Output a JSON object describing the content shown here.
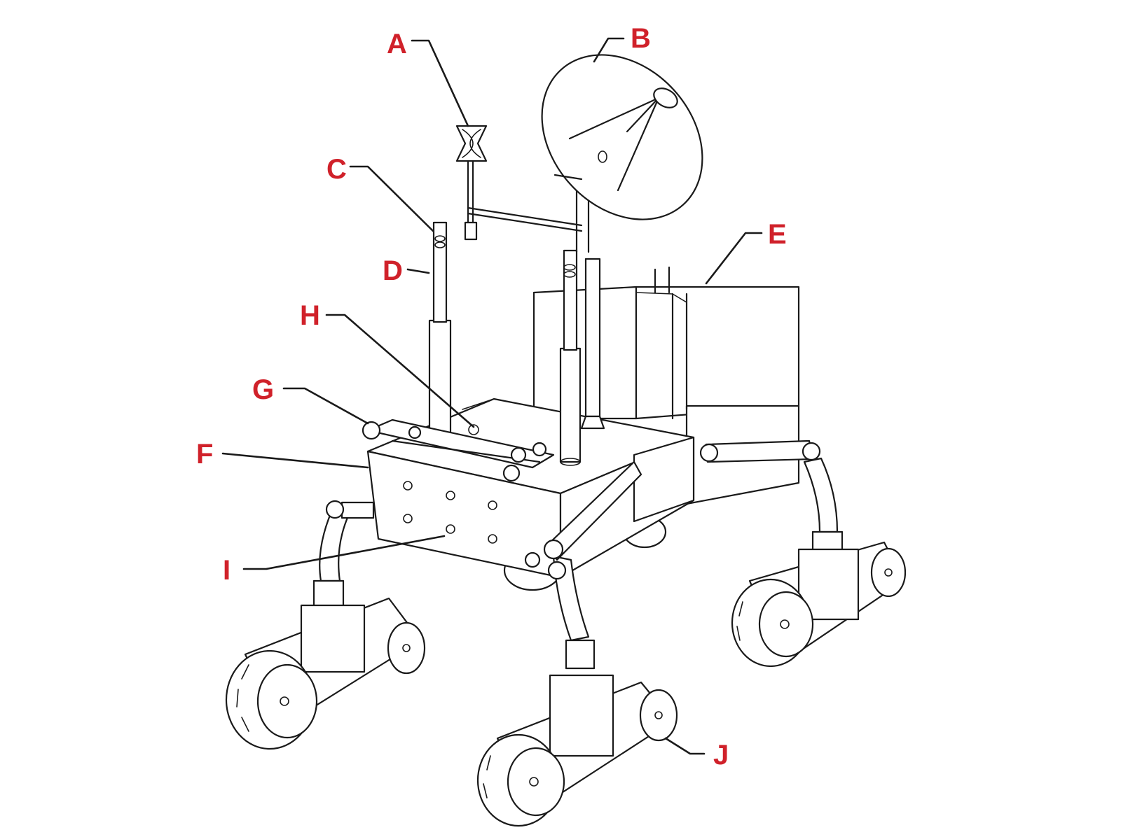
{
  "diagram": {
    "label_color": "#d0212a",
    "labels": {
      "a": "A",
      "b": "B",
      "c": "C",
      "d": "D",
      "e": "E",
      "f": "F",
      "g": "G",
      "h": "H",
      "i": "I",
      "j": "J"
    }
  }
}
